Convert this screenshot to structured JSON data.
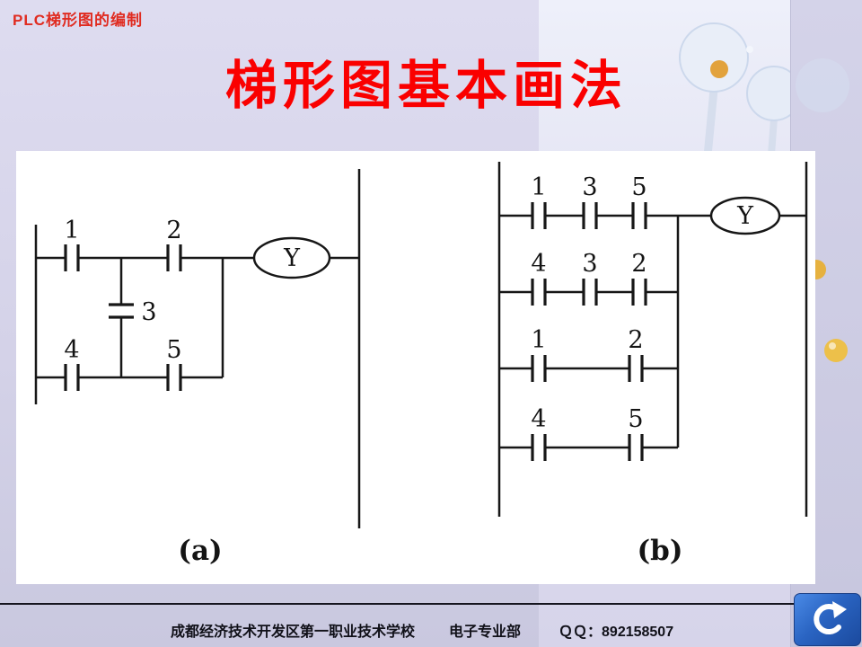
{
  "header": {
    "breadcrumb": "PLC梯形图的编制"
  },
  "title": "梯形图基本画法",
  "diagrams": {
    "a": {
      "caption": "(a)",
      "coil_label": "Y",
      "labels": {
        "c1": "1",
        "c2": "2",
        "c3": "3",
        "c4": "4",
        "c5": "5"
      }
    },
    "b": {
      "caption": "(b)",
      "coil_label": "Y",
      "rung1": [
        "1",
        "3",
        "5"
      ],
      "rung2": [
        "4",
        "3",
        "2"
      ],
      "rung3": [
        "1",
        "2"
      ],
      "rung4": [
        "4",
        "5"
      ]
    }
  },
  "footer": {
    "school": "成都经济技术开发区第一职业技术学校",
    "department": "电子专业部",
    "qq_label": "ＱＱ：",
    "qq_number": "892158507"
  }
}
